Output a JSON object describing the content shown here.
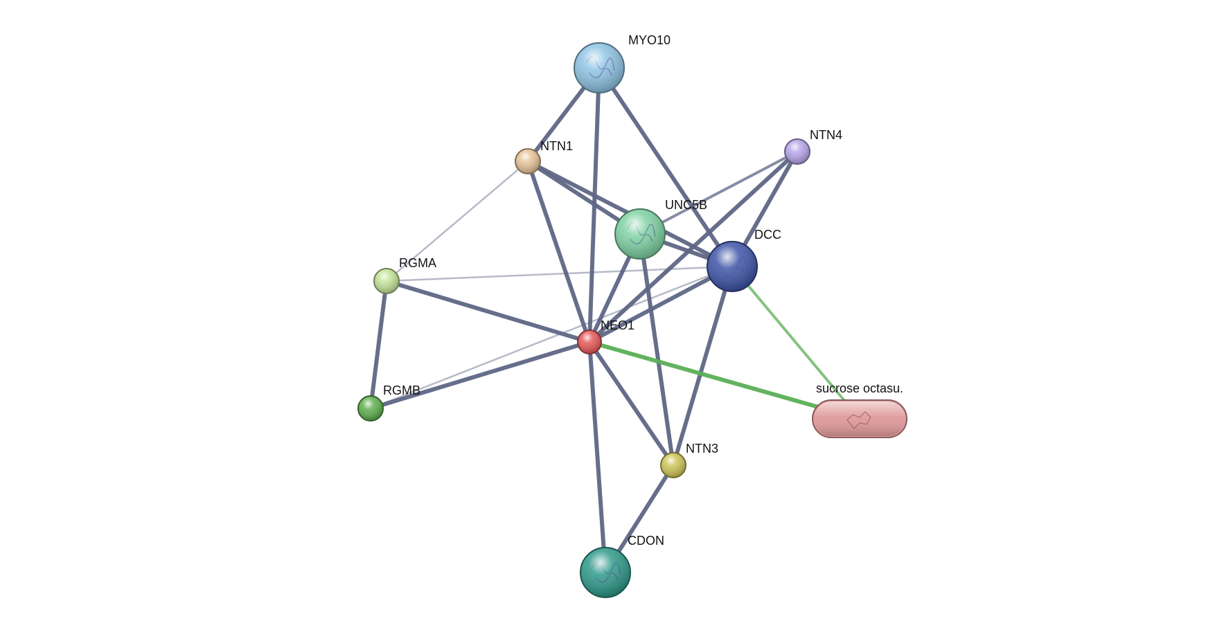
{
  "nodes": [
    {
      "id": "MYO10",
      "label": "MYO10",
      "color": "#8fc4e4",
      "kind": "protein-structure"
    },
    {
      "id": "NTN1",
      "label": "NTN1",
      "color": "#e7c49a",
      "kind": "protein"
    },
    {
      "id": "NTN4",
      "label": "NTN4",
      "color": "#b9a6ea",
      "kind": "protein"
    },
    {
      "id": "UNC5B",
      "label": "UNC5B",
      "color": "#7fd2a4",
      "kind": "protein-structure"
    },
    {
      "id": "DCC",
      "label": "DCC",
      "color": "#3f55a8",
      "kind": "protein-structure"
    },
    {
      "id": "RGMA",
      "label": "RGMA",
      "color": "#c4e49a",
      "kind": "protein"
    },
    {
      "id": "NEO1",
      "label": "NEO1",
      "color": "#e85a5a",
      "kind": "protein"
    },
    {
      "id": "RGMB",
      "label": "RGMB",
      "color": "#5fb04f",
      "kind": "protein"
    },
    {
      "id": "NTN3",
      "label": "NTN3",
      "color": "#cfc55a",
      "kind": "protein"
    },
    {
      "id": "CDON",
      "label": "CDON",
      "color": "#2f9a8a",
      "kind": "protein-structure"
    },
    {
      "id": "SUCROSE",
      "label": "sucrose octasu.",
      "color": "#e09a9a",
      "kind": "chemical"
    }
  ],
  "edges": [
    {
      "source": "MYO10",
      "target": "NTN1",
      "type": "protein-protein",
      "strength": "strong"
    },
    {
      "source": "MYO10",
      "target": "NEO1",
      "type": "protein-protein",
      "strength": "strong"
    },
    {
      "source": "MYO10",
      "target": "DCC",
      "type": "protein-protein",
      "strength": "strong"
    },
    {
      "source": "NTN1",
      "target": "UNC5B",
      "type": "protein-protein",
      "strength": "strong"
    },
    {
      "source": "NTN1",
      "target": "DCC",
      "type": "protein-protein",
      "strength": "strong"
    },
    {
      "source": "NTN1",
      "target": "NEO1",
      "type": "protein-protein",
      "strength": "strong"
    },
    {
      "source": "NTN1",
      "target": "RGMA",
      "type": "protein-protein",
      "strength": "weak"
    },
    {
      "source": "NTN4",
      "target": "UNC5B",
      "type": "protein-protein",
      "strength": "medium"
    },
    {
      "source": "NTN4",
      "target": "DCC",
      "type": "protein-protein",
      "strength": "strong"
    },
    {
      "source": "NTN4",
      "target": "NEO1",
      "type": "protein-protein",
      "strength": "strong"
    },
    {
      "source": "UNC5B",
      "target": "DCC",
      "type": "protein-protein",
      "strength": "strong"
    },
    {
      "source": "UNC5B",
      "target": "NEO1",
      "type": "protein-protein",
      "strength": "strong"
    },
    {
      "source": "UNC5B",
      "target": "NTN3",
      "type": "protein-protein",
      "strength": "strong"
    },
    {
      "source": "DCC",
      "target": "RGMA",
      "type": "protein-protein",
      "strength": "weak"
    },
    {
      "source": "DCC",
      "target": "NEO1",
      "type": "protein-protein",
      "strength": "strong"
    },
    {
      "source": "DCC",
      "target": "RGMB",
      "type": "protein-protein",
      "strength": "weak"
    },
    {
      "source": "DCC",
      "target": "NTN3",
      "type": "protein-protein",
      "strength": "strong"
    },
    {
      "source": "DCC",
      "target": "SUCROSE",
      "type": "chemical",
      "strength": "medium"
    },
    {
      "source": "RGMA",
      "target": "NEO1",
      "type": "protein-protein",
      "strength": "strong"
    },
    {
      "source": "RGMA",
      "target": "RGMB",
      "type": "protein-protein",
      "strength": "strong"
    },
    {
      "source": "NEO1",
      "target": "RGMB",
      "type": "protein-protein",
      "strength": "strong"
    },
    {
      "source": "NEO1",
      "target": "NTN3",
      "type": "protein-protein",
      "strength": "strong"
    },
    {
      "source": "NEO1",
      "target": "CDON",
      "type": "protein-protein",
      "strength": "strong"
    },
    {
      "source": "NEO1",
      "target": "SUCROSE",
      "type": "chemical",
      "strength": "strong"
    },
    {
      "source": "NTN3",
      "target": "CDON",
      "type": "protein-protein",
      "strength": "strong"
    }
  ],
  "edge_colors": {
    "protein-protein": "#5e6685",
    "chemical": "#5aaf55"
  }
}
